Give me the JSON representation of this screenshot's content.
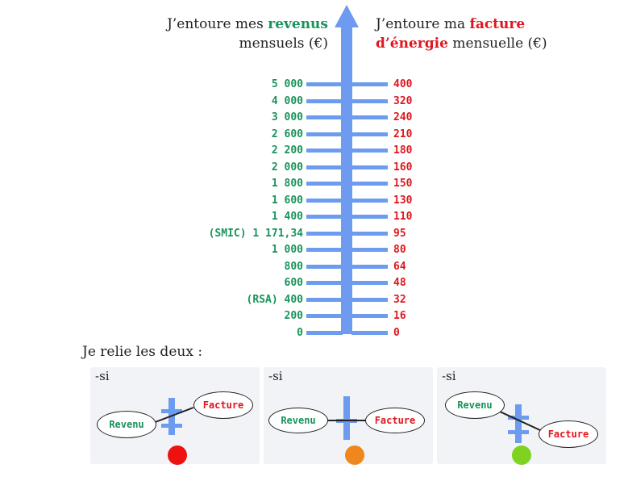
{
  "header": {
    "left_prefix": "J’entoure mes ",
    "left_bold": "revenus",
    "left_line2": "mensuels (€)",
    "right_line1": "J’entoure ma ",
    "right_bold1": "facture",
    "right_bold2": "d’énergie",
    "right_line2": " mensuelle (€)"
  },
  "scale": {
    "revenus": [
      "5 000",
      "4 000",
      "3 000",
      "2 600",
      "2 200",
      "2 000",
      "1 800",
      "1 600",
      "1 400",
      "(SMIC) 1 171,34",
      "1 000",
      "800",
      "600",
      "(RSA) 400",
      "200",
      "0"
    ],
    "factures": [
      "400",
      "320",
      "240",
      "210",
      "180",
      "160",
      "150",
      "130",
      "110",
      "95",
      "80",
      "64",
      "48",
      "32",
      "16",
      "0"
    ]
  },
  "instruction": "Je relie les deux :",
  "panels": [
    {
      "si": "-si",
      "revenu": "Revenu",
      "facture": "Facture",
      "status_color": "#ee1111"
    },
    {
      "si": "-si",
      "revenu": "Revenu",
      "facture": "Facture",
      "status_color": "#f0861e"
    },
    {
      "si": "-si",
      "revenu": "Revenu",
      "facture": "Facture",
      "status_color": "#7ed321"
    }
  ],
  "colors": {
    "axis": "#6c9bef",
    "green": "#18935a",
    "red": "#e0161e"
  }
}
